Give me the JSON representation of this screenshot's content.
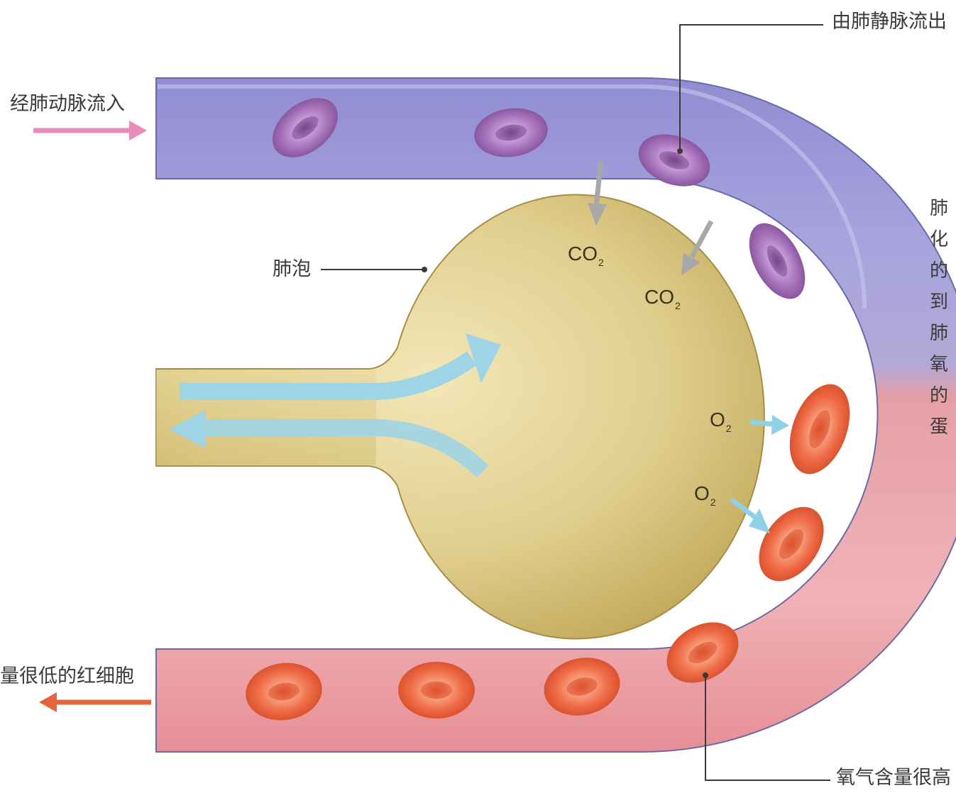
{
  "colors": {
    "deoxygenated_vessel": "#8a87cf",
    "oxygenated_vessel": "#e98f94",
    "alveolus": "#d8c684",
    "airflow_arrow": "#9ed4e6",
    "inflow_arrow": "#e88bb8",
    "outflow_arrow": "#e5643d",
    "deoxygenated_cell": "#a570b8",
    "oxygenated_cell": "#ef6a45"
  },
  "labels": {
    "inflow": "经肺动脉流入",
    "outflow_vein": "由肺静脉流出",
    "alveolus": "肺泡",
    "low_oxygen_cells": "量很低的红细胞",
    "high_oxygen_cells": "氧气含量很高"
  },
  "gases": {
    "co2_a": {
      "base": "CO",
      "sub": "2"
    },
    "co2_b": {
      "base": "CO",
      "sub": "2"
    },
    "o2_a": {
      "base": "O",
      "sub": "2"
    },
    "o2_b": {
      "base": "O",
      "sub": "2"
    }
  },
  "side_text": [
    "肺",
    "化",
    "的",
    "到",
    "肺",
    "氧",
    "的",
    "蛋"
  ]
}
